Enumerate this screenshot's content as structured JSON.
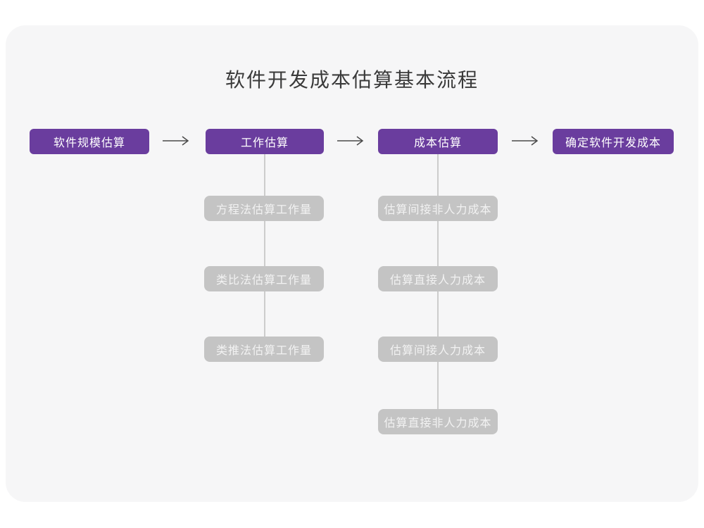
{
  "title": "软件开发成本估算基本流程",
  "colors": {
    "purple": "#6a3d9e",
    "gray_box": "#c4c4c4",
    "card_bg": "#f6f6f7",
    "page_bg": "#ffffff",
    "arrow": "#4a4a4a",
    "title_color": "#3a3a3a",
    "connector": "#cccccc",
    "node_text": "#ffffff",
    "gray_node_text": "#f2f2f2"
  },
  "flow": {
    "main_steps": [
      {
        "label": "软件规模估算"
      },
      {
        "label": "工作估算"
      },
      {
        "label": "成本估算"
      },
      {
        "label": "确定软件开发成本"
      }
    ],
    "work_estimation_methods": [
      "方程法估算工作量",
      "类比法估算工作量",
      "类推法估算工作量"
    ],
    "cost_estimation_steps": [
      "估算间接非人力成本",
      "估算直接人力成本",
      "估算间接人力成本",
      "估算直接非人力成本"
    ]
  }
}
